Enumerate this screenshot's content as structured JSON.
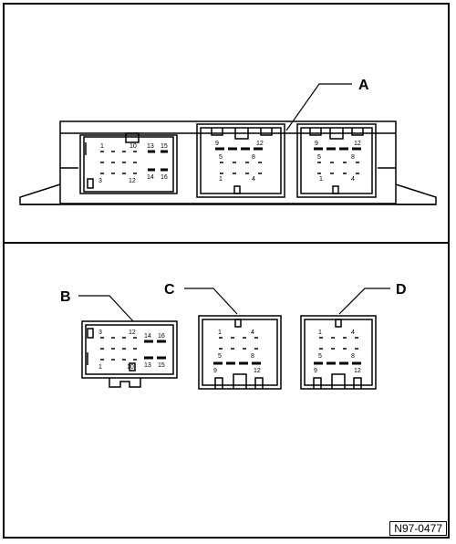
{
  "labels": {
    "a": "A",
    "b": "B",
    "c": "C",
    "d": "D"
  },
  "figure_id": "N97-0477",
  "pins": {
    "p1": "1",
    "p3": "3",
    "p4": "4",
    "p5": "5",
    "p8": "8",
    "p9": "9",
    "p10": "10",
    "p12": "12",
    "p13": "13",
    "p14": "14",
    "p15": "15",
    "p16": "16"
  }
}
